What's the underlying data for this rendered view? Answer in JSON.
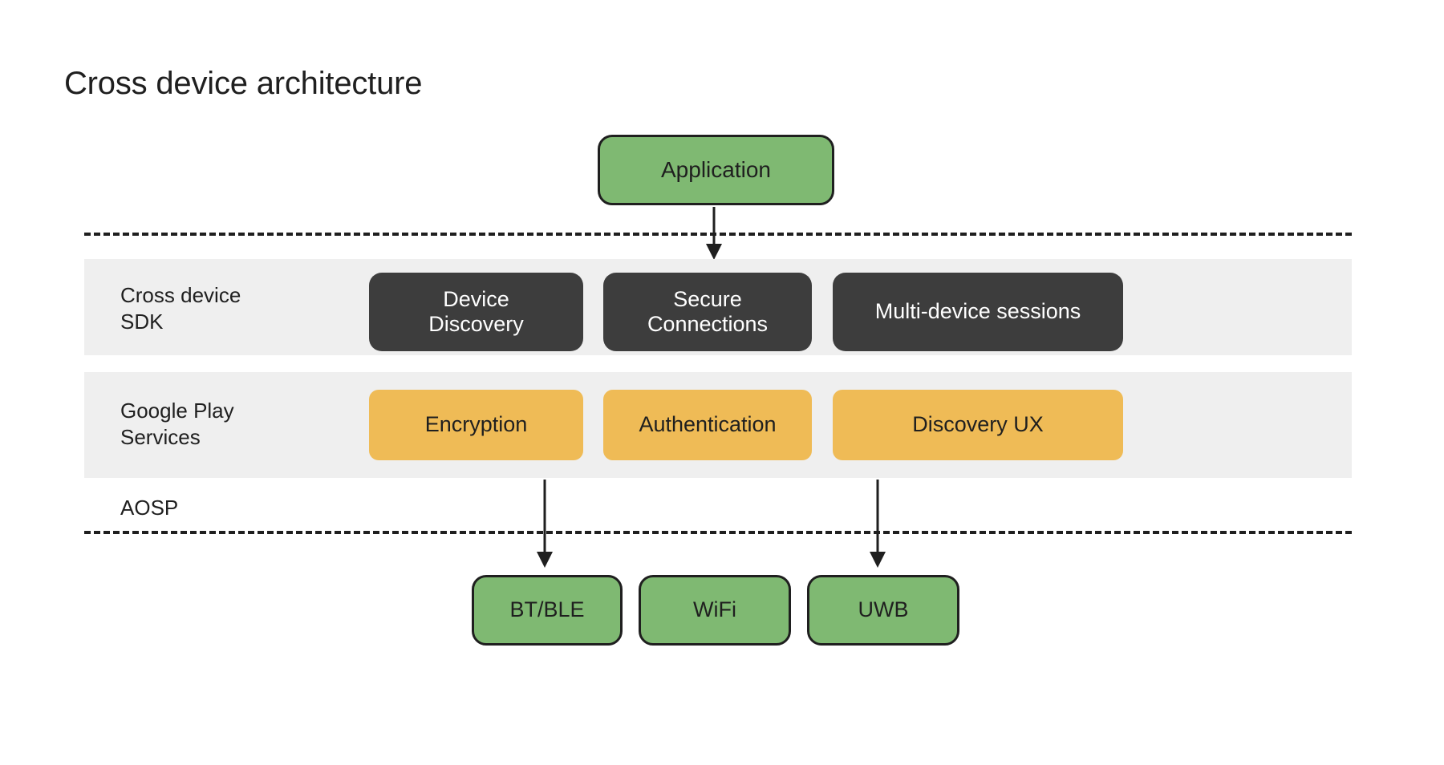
{
  "page": {
    "title": "Cross device architecture",
    "background_color": "#ffffff"
  },
  "colors": {
    "green": "#7fb972",
    "dark": "#3d3d3d",
    "orange": "#efbb56",
    "band_grey": "#efefef",
    "outline": "#1f1f1f",
    "text_dark": "#1f1f1f",
    "text_light": "#ffffff"
  },
  "diagram": {
    "type": "layered-architecture",
    "application": {
      "label": "Application"
    },
    "layers": [
      {
        "id": "cross-device-sdk",
        "label": "Cross device\nSDK",
        "style": "dark",
        "nodes": [
          {
            "id": "device-discovery",
            "label": "Device\nDiscovery"
          },
          {
            "id": "secure-connections",
            "label": "Secure\nConnections"
          },
          {
            "id": "multi-device-sessions",
            "label": "Multi-device sessions"
          }
        ]
      },
      {
        "id": "google-play-services",
        "label": "Google Play\nServices",
        "style": "orange",
        "nodes": [
          {
            "id": "encryption",
            "label": "Encryption"
          },
          {
            "id": "authentication",
            "label": "Authentication"
          },
          {
            "id": "discovery-ux",
            "label": "Discovery UX"
          }
        ]
      },
      {
        "id": "aosp",
        "label": "AOSP",
        "style": "green",
        "nodes": [
          {
            "id": "bt-ble",
            "label": "BT/BLE"
          },
          {
            "id": "wifi",
            "label": "WiFi"
          },
          {
            "id": "uwb",
            "label": "UWB"
          }
        ]
      }
    ],
    "connectors": [
      {
        "id": "app-to-sdk",
        "from": "application",
        "to": "cross-device-sdk"
      },
      {
        "id": "encryption-to-btble",
        "from": "encryption",
        "to": "bt-ble"
      },
      {
        "id": "discovery-ux-to-uwb",
        "from": "discovery-ux",
        "to": "uwb"
      }
    ]
  }
}
